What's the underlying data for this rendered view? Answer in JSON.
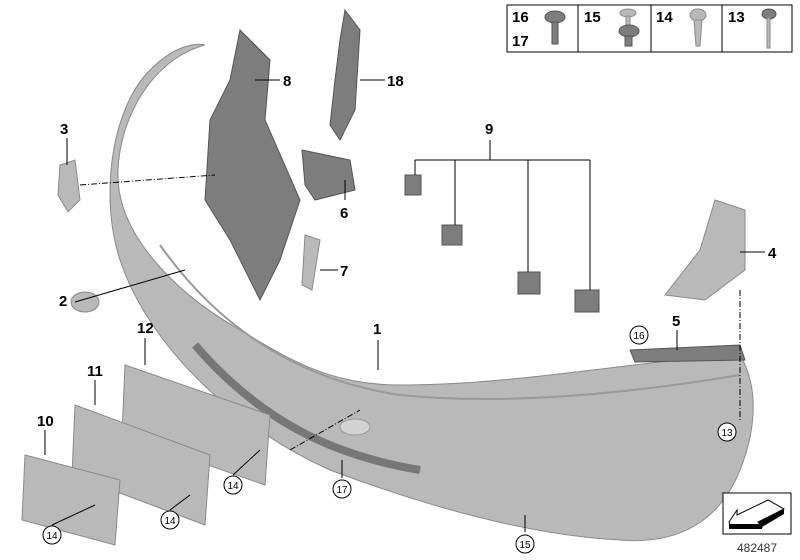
{
  "legend": {
    "cells": [
      {
        "labels": [
          "16",
          "17"
        ],
        "part": "flange-nut"
      },
      {
        "labels": [
          "15"
        ],
        "part": "expanding-rivet"
      },
      {
        "labels": [
          "14"
        ],
        "part": "sheet-metal-screw"
      },
      {
        "labels": [
          "13"
        ],
        "part": "collar-screw"
      }
    ]
  },
  "callouts": {
    "c1": "1",
    "c2": "2",
    "c3": "3",
    "c4": "4",
    "c5": "5",
    "c6": "6",
    "c7": "7",
    "c8": "8",
    "c9": "9",
    "c10": "10",
    "c11": "11",
    "c12": "12",
    "c18": "18"
  },
  "circled_callouts": {
    "c16": "16",
    "c13": "13",
    "c14a": "14",
    "c17": "17",
    "c14b": "14",
    "c14c": "14",
    "c15": "15"
  },
  "document_number": "482487",
  "icons": {
    "direction": "front-direction-arrow-icon"
  },
  "colors": {
    "part": "#b9b9b9",
    "dark_part": "#7d7d7d",
    "line": "#000000"
  }
}
